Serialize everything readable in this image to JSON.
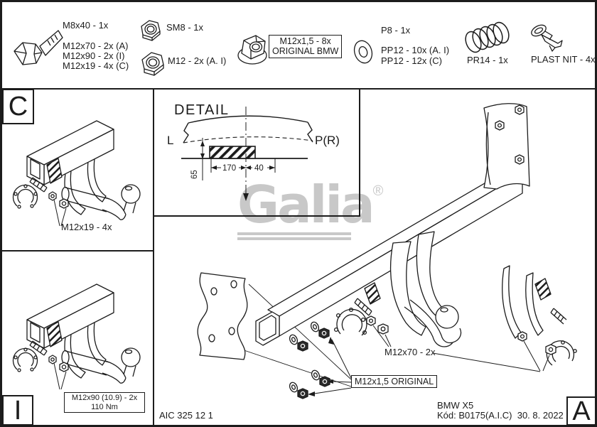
{
  "colors": {
    "line": "#1c1c1c",
    "logo_gray": "#c8c8c8",
    "paper": "#ffffff"
  },
  "brand": {
    "name": "Galia",
    "registered": "®"
  },
  "parts_strip": {
    "bolt_label": "M8x40 - 1x",
    "bolt_variant_a": "M12x70 - 2x (A)",
    "bolt_variant_i": "M12x90 - 2x (I)",
    "bolt_variant_c": "M12x19 - 4x (C)",
    "nut_sm8_label": "SM8 - 1x",
    "nut_m12_label": "M12 - 2x (A. I)",
    "flange_nut_line1": "M12x1,5 - 8x",
    "flange_nut_line2": "ORIGINAL BMW",
    "washer_p8_label": "P8 - 1x",
    "washer_pp12_line1": "PP12 - 10x (A. I)",
    "washer_pp12_line2": "PP12 - 12x (C)",
    "spring_label": "PR14 - 1x",
    "rivet_label": "PLAST NIT - 4x"
  },
  "section_letters": {
    "top_left": "C",
    "bottom_left": "I",
    "bottom_right": "A"
  },
  "detail_box": {
    "title": "DETAIL",
    "left_mark": "L",
    "right_mark": "P(R)",
    "dim_vertical": "65",
    "dim_left": "170",
    "dim_right": "40"
  },
  "callouts": {
    "panel_c": "M12x19 - 4x",
    "panel_i_line1": "M12x90 (10.9) - 2x",
    "panel_i_line2": "110 Nm",
    "main_bolt": "M12x70 - 2x",
    "main_nut": "M12x1,5 ORIGINAL"
  },
  "footer": {
    "drawing_number": "AIC 325 12 1",
    "vehicle": "BMW X5",
    "code_line": "Kód: B0175(A.I.C)  30. 8. 2022"
  }
}
